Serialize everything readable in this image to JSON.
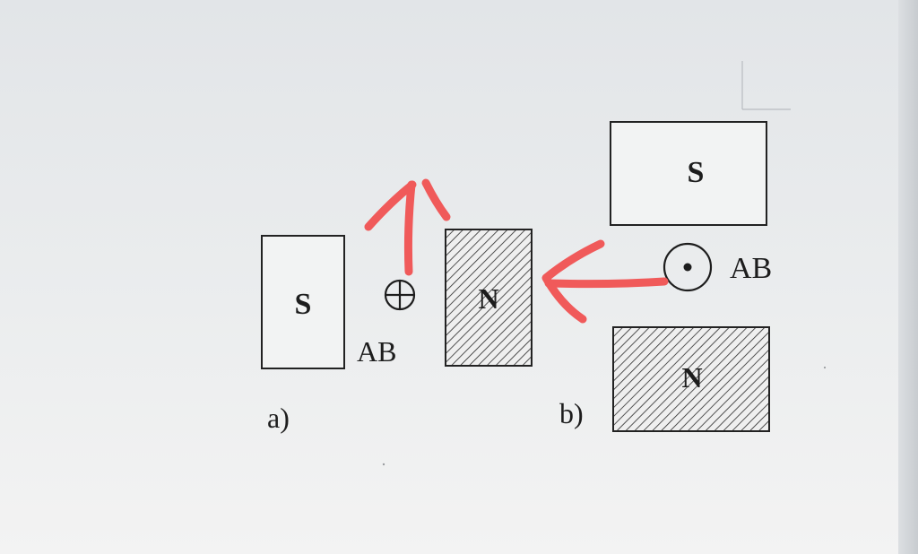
{
  "figure": {
    "part_a": {
      "caption": "a)",
      "left_magnet_label": "S",
      "right_magnet_label": "N",
      "conductor_label": "AB",
      "current_direction": "into-page"
    },
    "part_b": {
      "caption": "b)",
      "top_magnet_label": "S",
      "bottom_magnet_label": "N",
      "conductor_label": "AB",
      "current_direction": "out-of-page"
    },
    "annotations": {
      "color": "#f05a5a",
      "arrow_a_direction": "up",
      "arrow_b_direction": "left"
    }
  }
}
